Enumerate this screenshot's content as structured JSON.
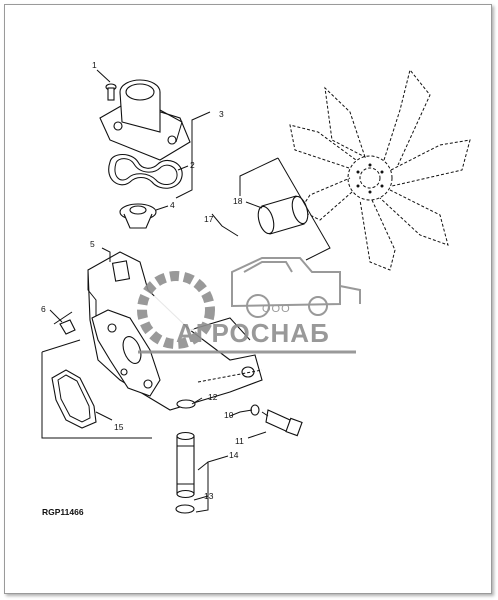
{
  "diagram": {
    "reference_code": "RGP11466",
    "callouts": [
      "1",
      "2",
      "3",
      "4",
      "5",
      "6",
      "10",
      "11",
      "12",
      "13",
      "14",
      "15",
      "17",
      "18"
    ],
    "watermark": {
      "company_top": "ООО",
      "company_name": "АГРОСНАБ",
      "color": "#8e8e8e"
    },
    "colors": {
      "line": "#111111",
      "frame": "#9a9a9a"
    }
  }
}
